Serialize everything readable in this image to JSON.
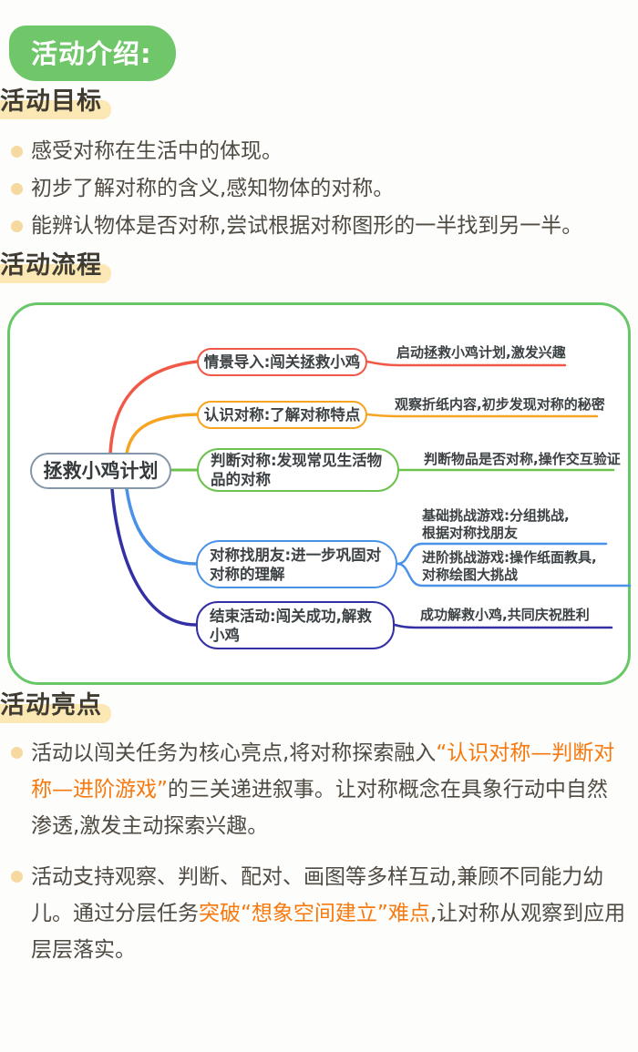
{
  "header": {
    "badge": "活动介绍:"
  },
  "sections": {
    "goals": {
      "title": "活动目标",
      "items": [
        "感受对称在生活中的体现。",
        "初步了解对称的含义,感知物体的对称。",
        "能辨认物体是否对称,尝试根据对称图形的一半找到另一半。"
      ]
    },
    "flow": {
      "title": "活动流程"
    },
    "highlights": {
      "title": "活动亮点",
      "items": [
        {
          "segments": [
            {
              "text": "活动以闯关任务为核心亮点,将对称探索融入",
              "accent": false
            },
            {
              "text": "“认识对称—判断对称—进阶游戏”",
              "accent": true
            },
            {
              "text": "的三关递进叙事。让对称概念在具象行动中自然渗透,激发主动探索兴趣。",
              "accent": false
            }
          ]
        },
        {
          "segments": [
            {
              "text": "活动支持观察、判断、配对、画图等多样互动,兼顾不同能力幼儿。通过分层任务",
              "accent": false
            },
            {
              "text": "突破“想象空间建立”难点",
              "accent": true
            },
            {
              "text": ",让对称从观察到应用层层落实。",
              "accent": false
            }
          ]
        }
      ]
    }
  },
  "mindmap": {
    "center": "拯救小鸡计划",
    "colors": {
      "red": "#f25847",
      "orange": "#f7a420",
      "green": "#6cc24d",
      "blue": "#4a92e8",
      "navy": "#3330a6",
      "center_border": "#8496aa",
      "container_border": "#68c868"
    },
    "branches": [
      {
        "label": "情景导入:闯关拯救小鸡",
        "leaf": "启动拯救小鸡计划,激发兴趣"
      },
      {
        "label": "认识对称:了解对称特点",
        "leaf": "观察折纸内容,初步发现对称的秘密"
      },
      {
        "label": "判断对称:发现常见生活物\n品的对称",
        "leaf": "判断物品是否对称,操作交互验证"
      },
      {
        "label": "对称找朋友:进一步巩固对\n对称的理解",
        "leaves": [
          "基础挑战游戏:分组挑战,\n根据对称找朋友",
          "进阶挑战游戏:操作纸面教具,\n对称绘图大挑战"
        ]
      },
      {
        "label": "结束活动:闯关成功,解救\n小鸡",
        "leaf": "成功解救小鸡,共同庆祝胜利"
      }
    ]
  }
}
